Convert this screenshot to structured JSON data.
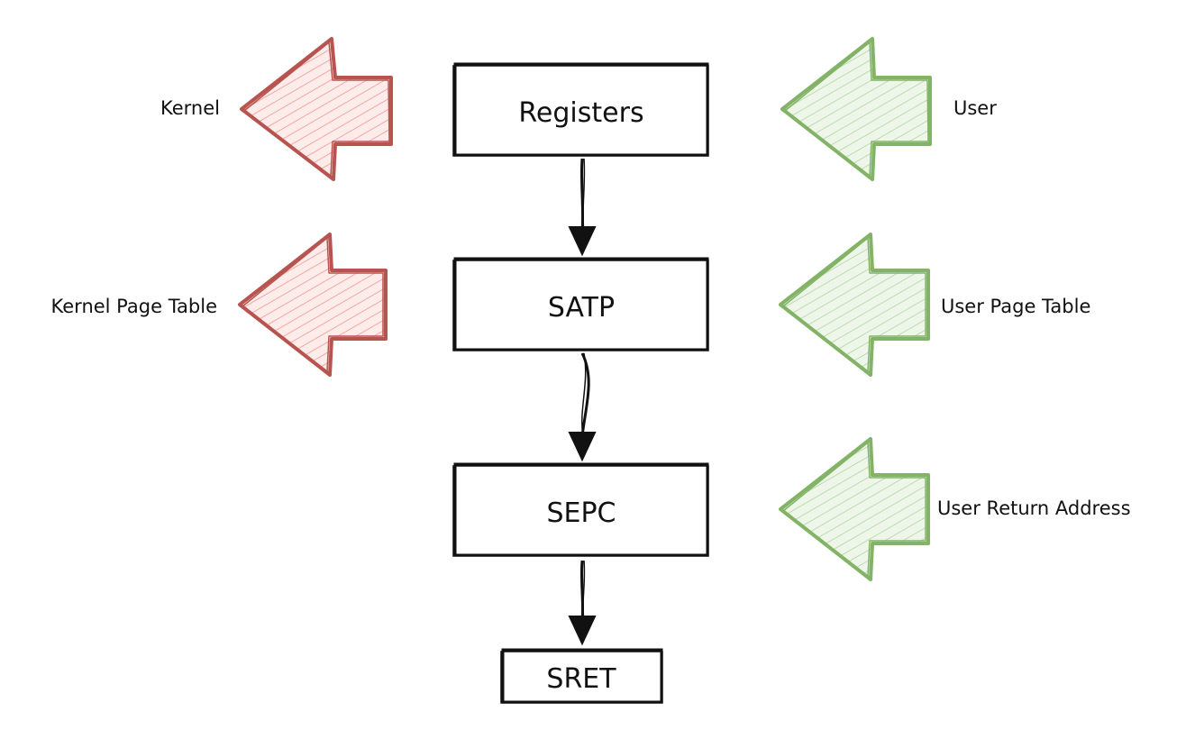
{
  "colors": {
    "ink": "#111111",
    "kernel_stroke": "#b85450",
    "kernel_fill": "#f8cecc",
    "user_stroke": "#82b366",
    "user_fill": "#d5e8d4"
  },
  "boxes": {
    "registers": "Registers",
    "satp": "SATP",
    "sepc": "SEPC",
    "sret": "SRET"
  },
  "kernel": {
    "registers": "Kernel",
    "satp": "Kernel Page Table"
  },
  "user": {
    "registers": "User",
    "satp": "User Page Table",
    "sepc": "User Return Address"
  },
  "icons": {
    "kernel_arrow": "left-arrow-icon",
    "user_arrow": "left-arrow-icon"
  }
}
